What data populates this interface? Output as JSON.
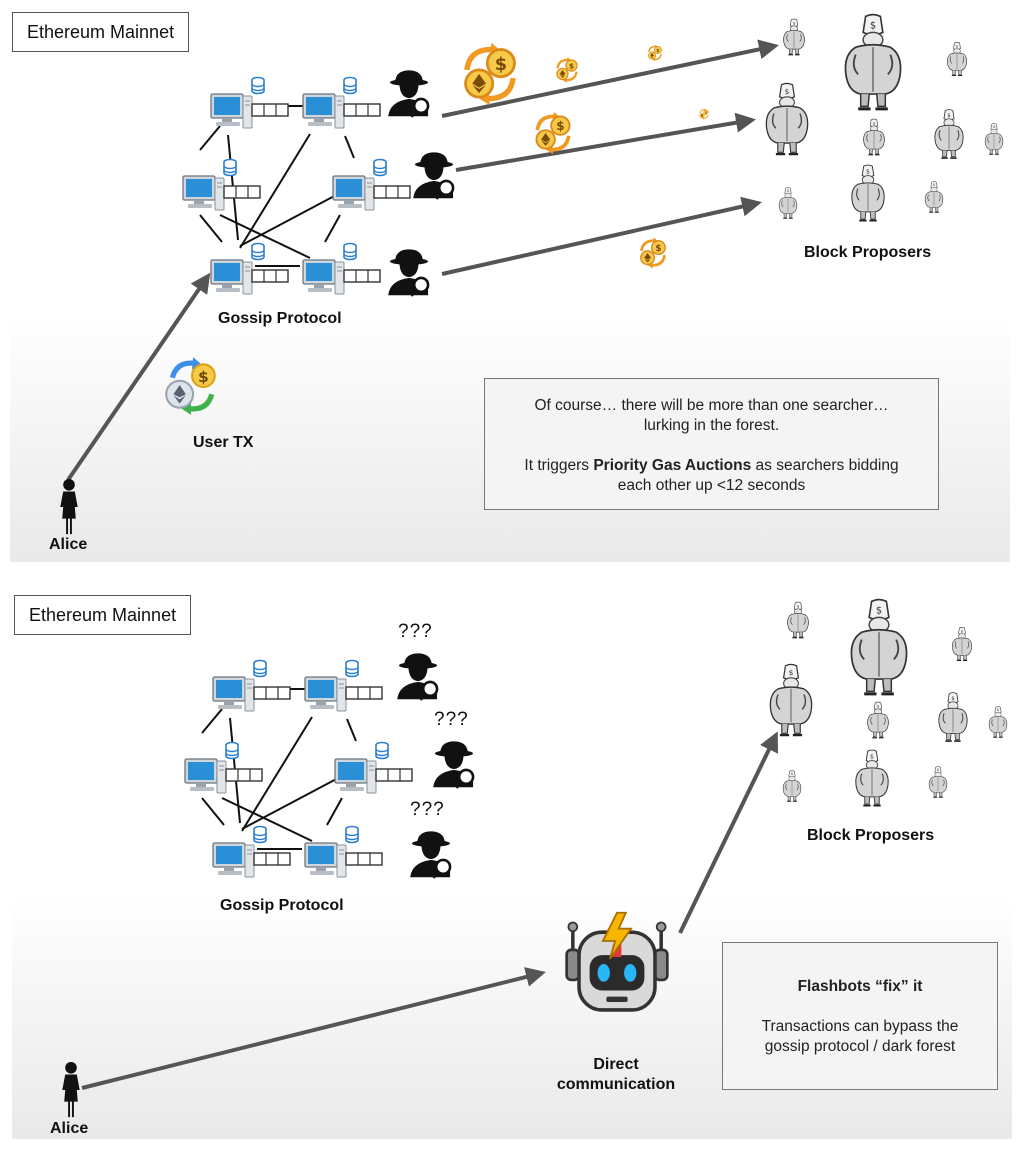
{
  "slide1": {
    "title": "Ethereum Mainnet",
    "gossip_label": "Gossip Protocol",
    "user_tx_label": "User TX",
    "alice_label": "Alice",
    "proposers_label": "Block Proposers",
    "note": {
      "line1": "Of course… there will be more than one searcher…",
      "line2": "lurking in the forest.",
      "line3_prefix": "It triggers ",
      "line3_bold": "Priority Gas Auctions",
      "line3_suffix": " as searchers bidding",
      "line4": "each other up <12 seconds"
    }
  },
  "slide2": {
    "title": "Ethereum Mainnet",
    "gossip_label": "Gossip Protocol",
    "alice_label": "Alice",
    "proposers_label": "Block Proposers",
    "question_marks": [
      "???",
      "???",
      "???"
    ],
    "robot_label_line1": "Direct",
    "robot_label_line2": "communication",
    "note": {
      "heading": "Flashbots “fix” it",
      "line1": "Transactions can bypass the",
      "line2": "gossip protocol / dark forest"
    }
  },
  "colors": {
    "arrow": "#555555",
    "computer_screen": "#2b8fd8",
    "database": "#2b7fd0",
    "coin_orange": "#f29a1f",
    "coin_gold": "#f7c948",
    "robot_eye": "#29b6f6",
    "robot_bolt": "#f7b500"
  },
  "icons": [
    "computer-node-icon",
    "database-icon",
    "mempool-icon",
    "searcher-spy-icon",
    "coin-swap-icon",
    "user-tx-icon",
    "person-icon",
    "block-proposer-icon",
    "flashbots-robot-icon"
  ]
}
